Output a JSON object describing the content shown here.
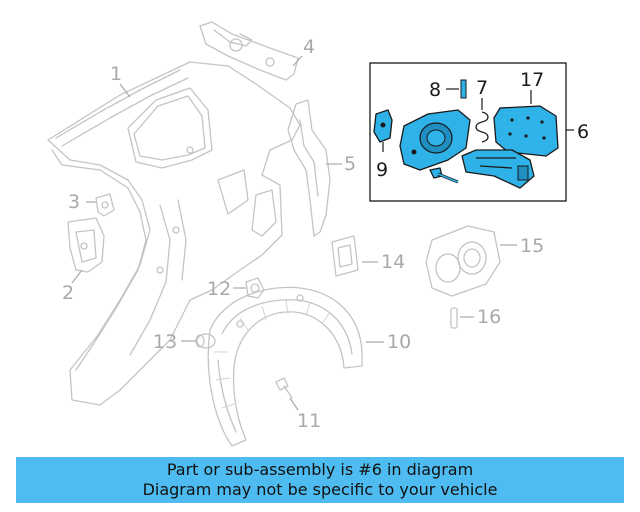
{
  "callouts": {
    "c1": "1",
    "c2": "2",
    "c3": "3",
    "c4": "4",
    "c5": "5",
    "c6": "6",
    "c7": "7",
    "c8": "8",
    "c9": "9",
    "c10": "10",
    "c11": "11",
    "c12": "12",
    "c13": "13",
    "c14": "14",
    "c15": "15",
    "c16": "16",
    "c17": "17"
  },
  "banner": {
    "line1": "Part or sub-assembly is #6 in diagram",
    "line2": "Diagram may not be specific to your vehicle"
  },
  "colors": {
    "highlight": "#2fb2e8",
    "banner": "#4ebcf1",
    "ghost_parts": "#c4c4c4"
  }
}
